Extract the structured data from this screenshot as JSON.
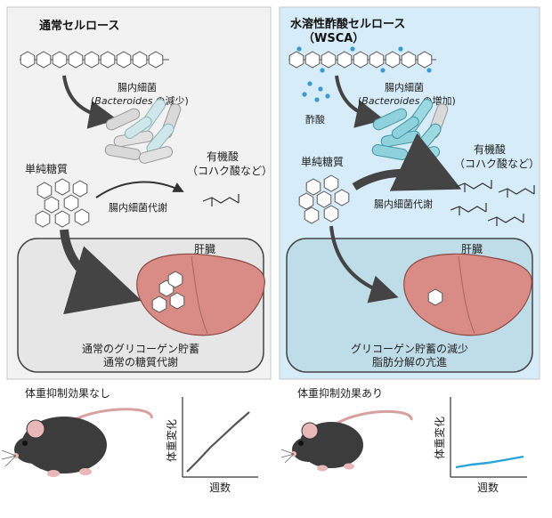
{
  "left_panel": {
    "title": "通常セルロース",
    "bacteria_label": "腸内細菌",
    "bacteria_note_italic": "Bacteroides",
    "bacteria_note_rest": "の減少",
    "sugar_label": "単純糖質",
    "acid_label_1": "有機酸",
    "acid_label_2": "（コハク酸など）",
    "metabolism_label": "腸内細菌代謝",
    "liver_label": "肝臓",
    "outcome_1": "通常のグリコーゲン貯蓄",
    "outcome_2": "通常の糖質代謝"
  },
  "right_panel": {
    "title_1": "水溶性酢酸セルロース",
    "title_2": "（WSCA）",
    "bacteria_label": "腸内細菌",
    "bacteria_note_italic": "Bacteroides",
    "bacteria_note_rest": "の増加",
    "acetate_label": "酢酸",
    "sugar_label": "単純糖質",
    "acid_label_1": "有機酸",
    "acid_label_2": "（コハク酸など）",
    "metabolism_label": "腸内細菌代謝",
    "liver_label": "肝臓",
    "outcome_1": "グリコーゲン貯蓄の減少",
    "outcome_2": "脂肪分解の亢進"
  },
  "bottom_left": {
    "caption": "体重抑制効果なし",
    "ylabel": "体重変化",
    "xlabel": "週数"
  },
  "bottom_right": {
    "caption": "体重抑制効果あり",
    "ylabel": "体重変化",
    "xlabel": "週数"
  },
  "colors": {
    "left_panel_bg": "#f2f2f2",
    "right_panel_bg": "#d6ecf8",
    "liver": "#d98c85",
    "arrow": "#444444",
    "acetate_dot": "#3a9ad0",
    "trend_line_right": "#29a3d9"
  }
}
